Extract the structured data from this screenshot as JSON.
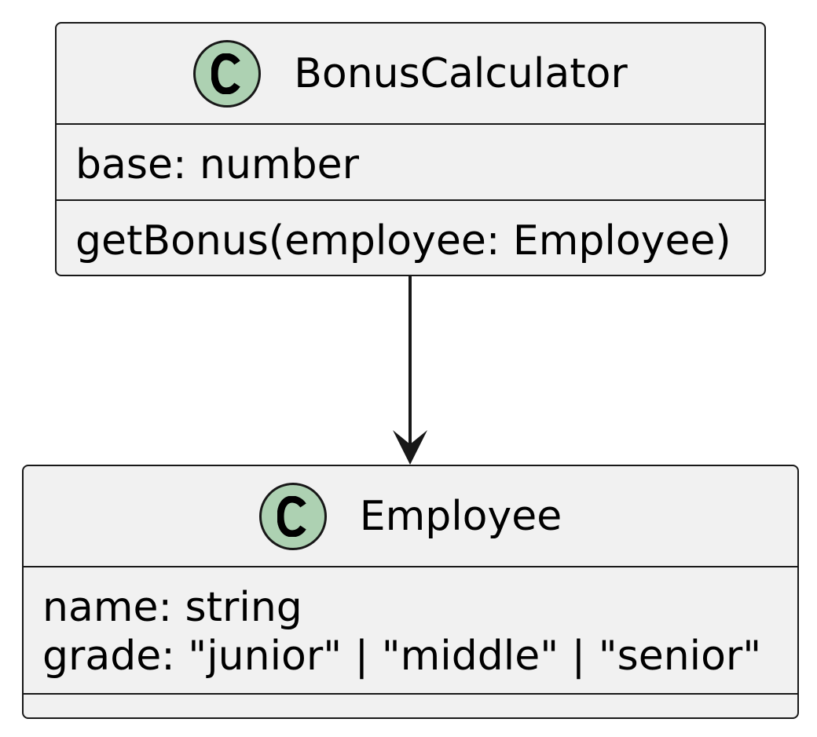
{
  "diagram": {
    "classes": [
      {
        "name": "BonusCalculator",
        "stereotype_letter": "C",
        "attributes": [
          "base: number"
        ],
        "methods": [
          "getBonus(employee: Employee)"
        ]
      },
      {
        "name": "Employee",
        "stereotype_letter": "C",
        "attributes": [
          "name: string",
          "grade: \"junior\" | \"middle\" | \"senior\""
        ],
        "methods": []
      }
    ],
    "relations": [
      {
        "from": "BonusCalculator",
        "to": "Employee",
        "type": "association-arrow"
      }
    ],
    "colors": {
      "class_fill": "#f1f1f1",
      "class_border": "#181818",
      "icon_fill": "#add1b2",
      "arrow": "#181818"
    },
    "icons": [
      "class-c-icon"
    ]
  }
}
